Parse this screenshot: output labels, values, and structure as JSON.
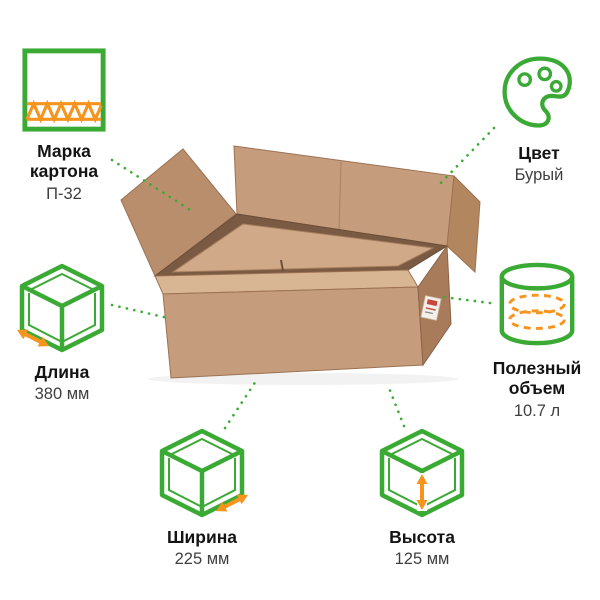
{
  "infographic": {
    "features": {
      "grade": {
        "label_line1": "Марка",
        "label_line2": "картона",
        "value": "П-32"
      },
      "color": {
        "label_line1": "Цвет",
        "value": "Бурый"
      },
      "length": {
        "label_line1": "Длина",
        "value": "380 мм"
      },
      "volume": {
        "label_line1": "Полезный",
        "label_line2": "объем",
        "value": "10.7 л"
      },
      "width": {
        "label_line1": "Ширина",
        "value": "225 мм"
      },
      "height": {
        "label_line1": "Высота",
        "value": "125 мм"
      }
    }
  },
  "colors": {
    "green": "#3aaa35",
    "orange": "#f7941e",
    "label-text": "#141414",
    "value-text": "#3f3f3f",
    "background": "#ffffff"
  },
  "icons": {
    "grade": "cardboard-flute-icon",
    "color": "palette-icon",
    "length": "box-3d-length-icon",
    "volume": "cylinder-volume-icon",
    "width": "box-3d-width-icon",
    "height": "box-3d-height-icon"
  }
}
